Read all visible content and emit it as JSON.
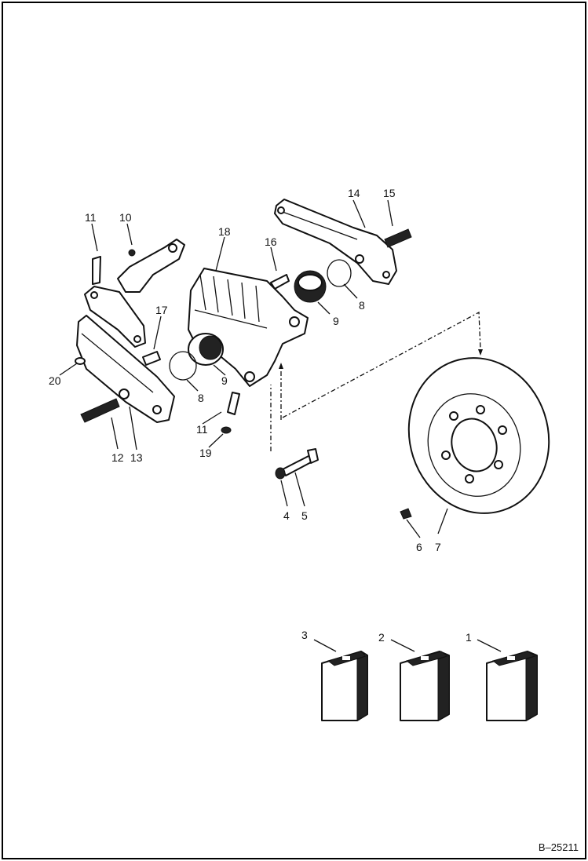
{
  "labels": {
    "l1": "1",
    "l2": "2",
    "l3": "3",
    "l4": "4",
    "l5": "5",
    "l6": "6",
    "l7": "7",
    "l8a": "8",
    "l8b": "8",
    "l9a": "9",
    "l9b": "9",
    "l10": "10",
    "l11a": "11",
    "l11b": "11",
    "l12": "12",
    "l13": "13",
    "l14": "14",
    "l15": "15",
    "l16": "16",
    "l17": "17",
    "l18": "18",
    "l19": "19",
    "l20": "20"
  },
  "figure_ref": "B–25211"
}
